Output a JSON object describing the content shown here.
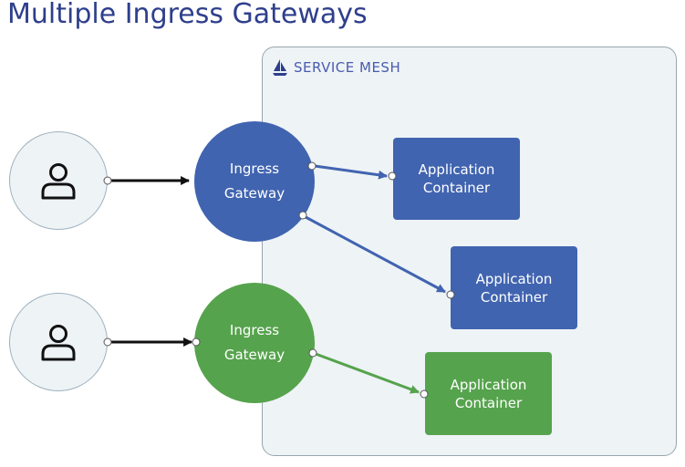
{
  "title": "Multiple Ingress Gateways",
  "service_mesh": {
    "label": "SERVICE MESH",
    "icon": "sailboat-icon"
  },
  "colors": {
    "title": "#2e3f8c",
    "mesh_background": "#eef3f6",
    "blue": "#4164b0",
    "green": "#56a34d",
    "arrow_black": "#111111"
  },
  "users": [
    {
      "icon": "user-icon"
    },
    {
      "icon": "user-icon"
    }
  ],
  "gateways": [
    {
      "line1": "Ingress",
      "line2": "Gateway",
      "color": "blue"
    },
    {
      "line1": "Ingress",
      "line2": "Gateway",
      "color": "green"
    }
  ],
  "containers": [
    {
      "line1": "Application",
      "line2": "Container",
      "color": "blue"
    },
    {
      "line1": "Application",
      "line2": "Container",
      "color": "blue"
    },
    {
      "line1": "Application",
      "line2": "Container",
      "color": "green"
    }
  ]
}
